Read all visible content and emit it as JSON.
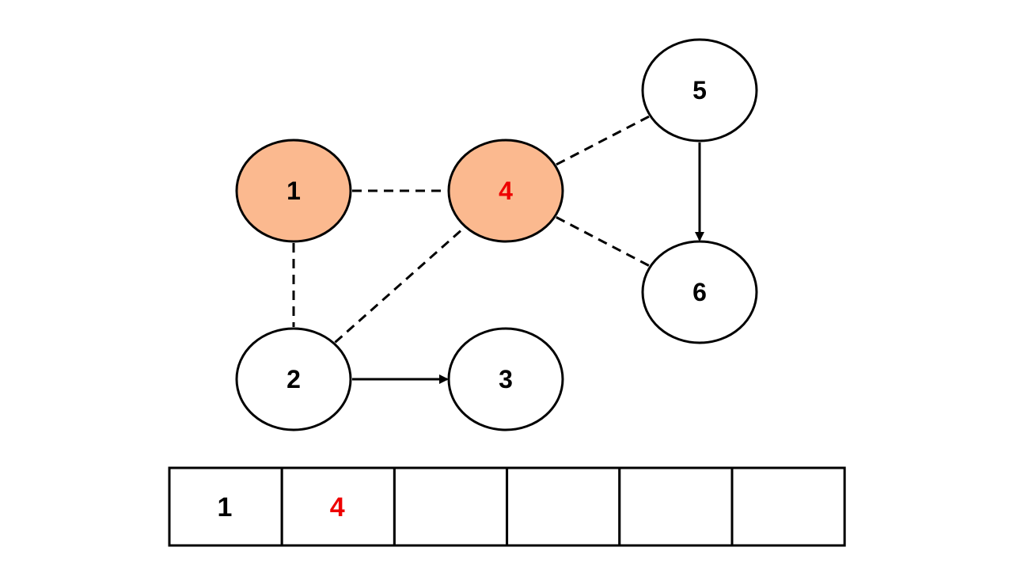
{
  "nodes": [
    {
      "id": "1",
      "label": "1",
      "highlighted": true,
      "label_color": "#000000"
    },
    {
      "id": "2",
      "label": "2",
      "highlighted": false,
      "label_color": "#000000"
    },
    {
      "id": "3",
      "label": "3",
      "highlighted": false,
      "label_color": "#000000"
    },
    {
      "id": "4",
      "label": "4",
      "highlighted": true,
      "label_color": "#ee0000"
    },
    {
      "id": "5",
      "label": "5",
      "highlighted": false,
      "label_color": "#000000"
    },
    {
      "id": "6",
      "label": "6",
      "highlighted": false,
      "label_color": "#000000"
    }
  ],
  "edges": [
    {
      "from": "1",
      "to": "4",
      "style": "dashed",
      "directed": false
    },
    {
      "from": "1",
      "to": "2",
      "style": "dashed",
      "directed": false
    },
    {
      "from": "2",
      "to": "4",
      "style": "dashed",
      "directed": false
    },
    {
      "from": "4",
      "to": "5",
      "style": "dashed",
      "directed": false
    },
    {
      "from": "4",
      "to": "6",
      "style": "dashed",
      "directed": false
    },
    {
      "from": "2",
      "to": "3",
      "style": "solid",
      "directed": true
    },
    {
      "from": "5",
      "to": "6",
      "style": "solid",
      "directed": true
    }
  ],
  "queue": {
    "cells": [
      {
        "label": "1",
        "color": "#000000"
      },
      {
        "label": "4",
        "color": "#ee0000"
      },
      {
        "label": "",
        "color": "#000000"
      },
      {
        "label": "",
        "color": "#000000"
      },
      {
        "label": "",
        "color": "#000000"
      },
      {
        "label": "",
        "color": "#000000"
      }
    ]
  },
  "colors": {
    "highlight_fill": "#fbb98f",
    "default_fill": "#ffffff",
    "stroke": "#000000"
  }
}
